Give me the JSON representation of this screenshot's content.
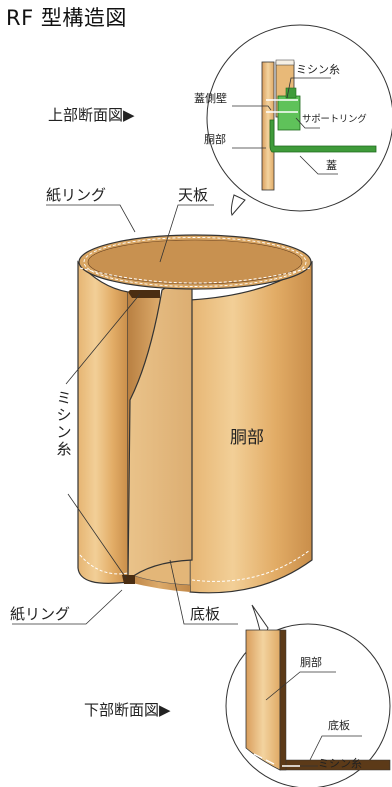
{
  "title": "RF 型構造図",
  "top_detail": {
    "heading": "上部断面図",
    "labels": {
      "thread": "ミシン糸",
      "lid_side_wall": "蓋側壁",
      "support_ring": "サポートリング",
      "body": "胴部",
      "lid": "蓋"
    }
  },
  "main": {
    "labels": {
      "paper_ring_top": "紙リング",
      "top_plate": "天板",
      "body": "胴部",
      "thread_vertical": [
        "ミ",
        "シ",
        "ン",
        "糸"
      ],
      "paper_ring_bottom": "紙リング",
      "bottom_plate": "底板"
    }
  },
  "bottom_detail": {
    "heading": "下部断面図",
    "labels": {
      "body": "胴部",
      "bottom_plate": "底板",
      "thread": "ミシン糸"
    }
  },
  "colors": {
    "kraft": "#e0ad6b",
    "kraft_light": "#f0cd97",
    "kraft_dark": "#c48a4a",
    "ring_green": "#3f9b3a",
    "ring_green_light": "#5fc25a",
    "line": "#222222"
  },
  "icons": {
    "pointer": "right-triangle-icon"
  }
}
